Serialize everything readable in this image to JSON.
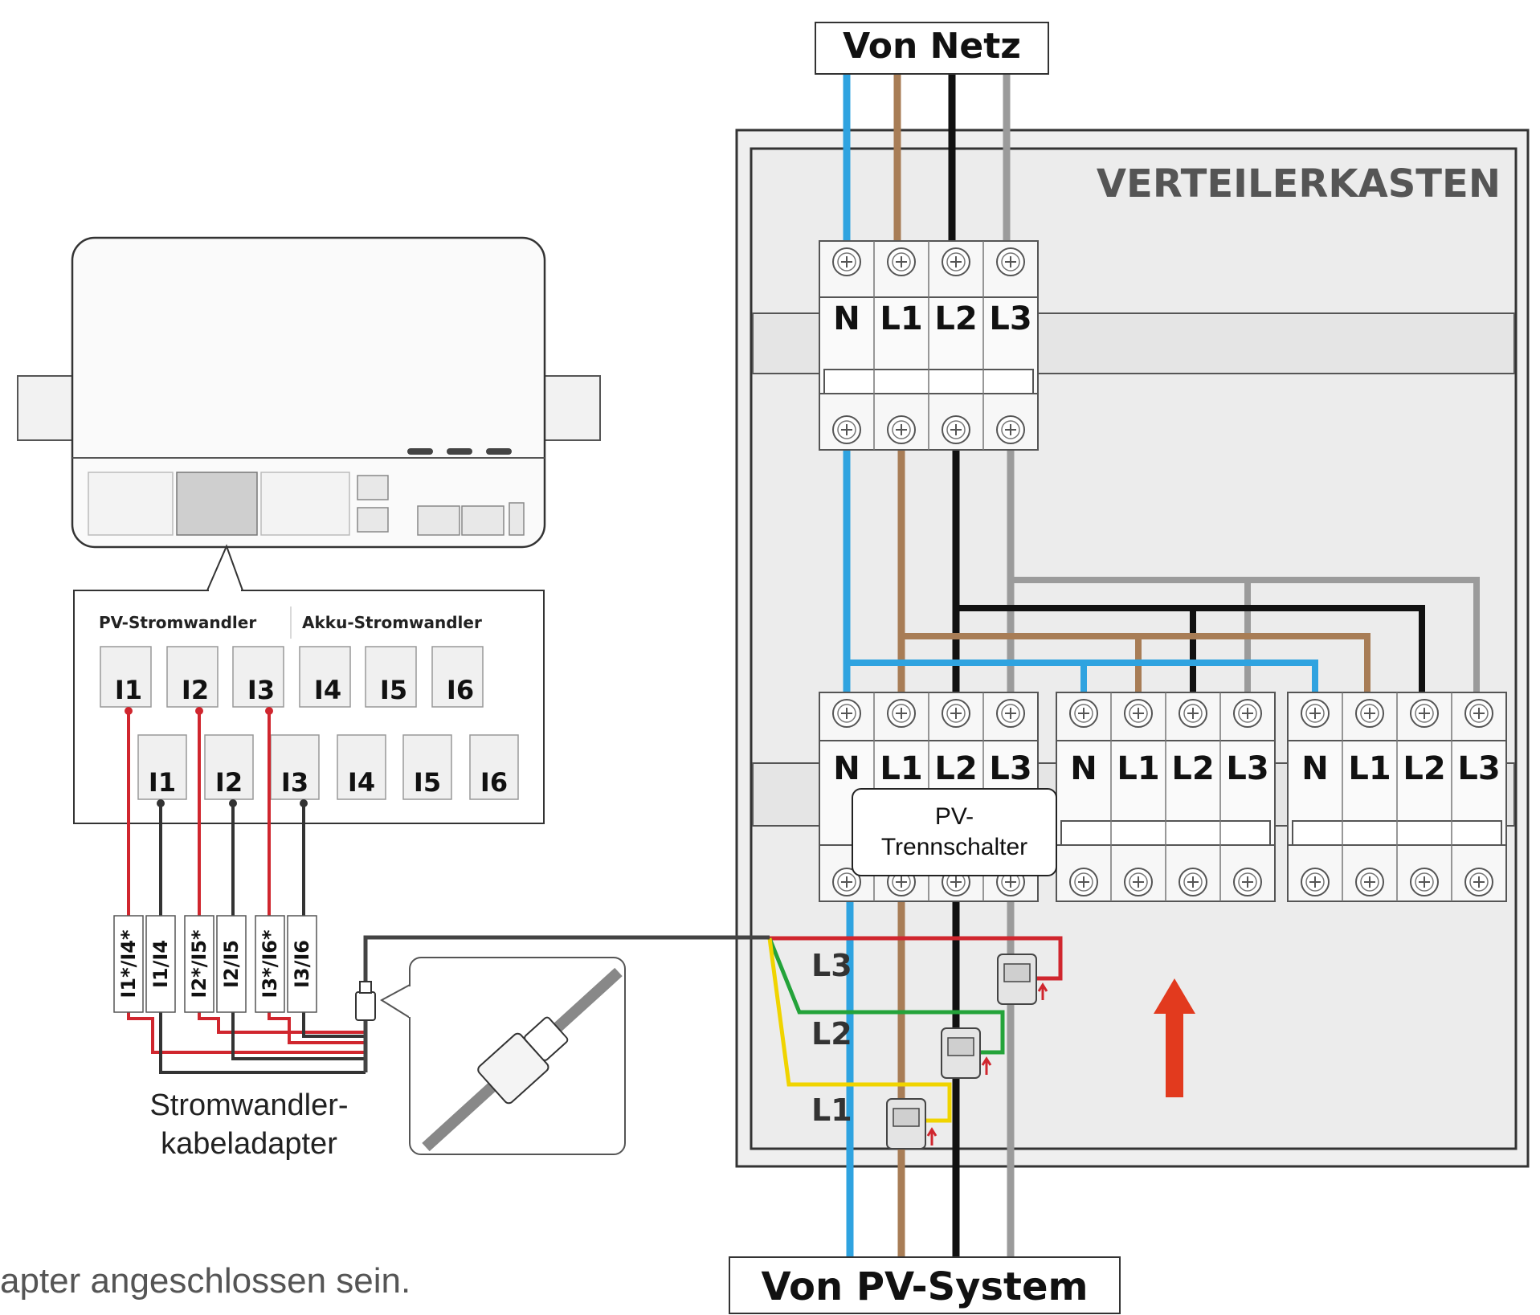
{
  "top_label": "Von Netz",
  "bottom_label": "Von PV-System",
  "box_title": "VERTEILERKASTEN",
  "breaker_labels": [
    "N",
    "L1",
    "L2",
    "L3"
  ],
  "ct_panel": {
    "pv_title": "PV-Stromwandler",
    "akku_title": "Akku-Stromwandler",
    "upper_ports": [
      "I1",
      "I2",
      "I3",
      "I4",
      "I5",
      "I6"
    ],
    "lower_ports": [
      "I1",
      "I2",
      "I3",
      "I4",
      "I5",
      "I6"
    ]
  },
  "cable_labels": [
    "I1*/I4*",
    "I1/I4",
    "I2*/I5*",
    "I2/I5",
    "I3*/I6*",
    "I3/I6"
  ],
  "phase_labels": [
    "L3",
    "L2",
    "L1"
  ],
  "callout": {
    "line1": "PV-",
    "line2": "Trennschalter"
  },
  "adapter_label": {
    "line1": "Stromwandler-",
    "line2": "kabeladapter"
  },
  "footer_text": "apter angeschlossen sein.",
  "colors": {
    "blue": "#2fa3e0",
    "brown": "#a87d56",
    "black": "#111111",
    "gray": "#9b9b9b",
    "red": "#d0262e",
    "green": "#24a33a",
    "yellow": "#f0d400",
    "arrow": "#e23a1e"
  }
}
